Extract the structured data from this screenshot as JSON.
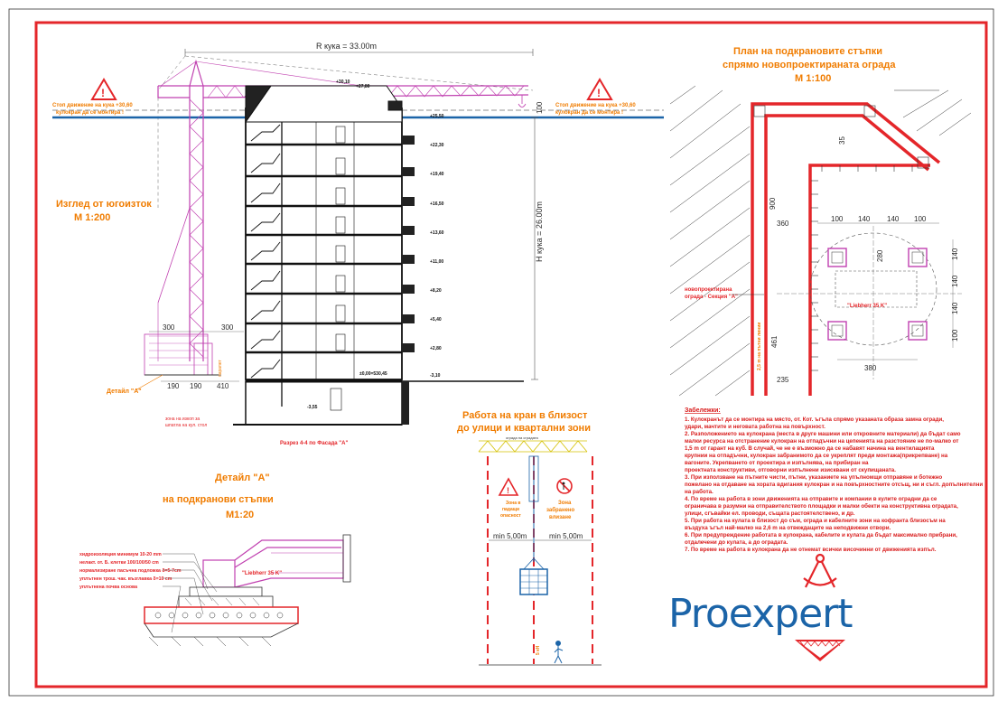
{
  "top_view": {
    "radius_label": "R кука = 33.00m",
    "height_label": "H кука = 26.00m",
    "dim_100": "100",
    "warning_left": "Стоп движение на кука +30,60",
    "warning_left_2": "кулокран да се монтира !",
    "warning_right": "Стоп движение на кука +30,60",
    "warning_right_2": "кулокран да се монтира !",
    "crane_top_1": "+30,10",
    "crane_top_2": "+27,80",
    "levels": [
      "+25,50",
      "+22,30",
      "+19,40",
      "+16,50",
      "+13,60",
      "+11,00",
      "+8,20",
      "+5,40",
      "+2,80",
      "±0,00=530,45",
      "-3,10",
      "-3,55"
    ]
  },
  "elevation": {
    "title": "Изглед от югоизток",
    "scale": "М 1:200",
    "dim_300a": "300",
    "dim_300b": "300",
    "dim_190a": "190",
    "dim_190b": "190",
    "dim_410": "410",
    "detail_a": "Детайл \"А\"",
    "parapet": "парапет",
    "section_caption": "Разрез 4-4 по Фасада \"А\"",
    "note_1": "зона на изкоп за",
    "note_2": "шпатла на кул. стол"
  },
  "plan": {
    "title_1": "План на подкрановите стъпки",
    "title_2": "спрямо новопроектираната ограда",
    "scale": "М 1:100",
    "dims": {
      "d35": "35",
      "d900": "900",
      "d360": "360",
      "d461": "461",
      "d235": "235",
      "d100a": "100",
      "d140a": "140",
      "d140b": "140",
      "d100b": "100",
      "d280": "280",
      "d380": "380",
      "r140": "140",
      "r140b": "140",
      "r140c": "140",
      "r100": "100"
    },
    "fence_label_1": "новопроектирана",
    "fence_label_2": "ограда - Секция \"А\"",
    "crane_label": "\"Liebherr 35 K\"",
    "vertical_label": "2,5 m на пътни линии"
  },
  "notes": {
    "title": "Забележки:",
    "lines": [
      "1. Кулокранът да се монтира на място, от. Кот. ъгъла спрямо указаната образа замна огради,",
      "удари, мачтите и неговата работна на повърхност.",
      "2. Разположението на кулокрана (места в друге машини или откровните материали) да бъдат само",
      "малки ресурса на отстранение кулокран на отпадъчни на цепенията на разстояние не по-малко от",
      "1,5 m от гарант на куб. В случай, че не е възможно да се набавят начина на вентилацията",
      "крупнии на отпадъчни, кулокран забранимото да се укреплят преди монтажа(прикрепване) на",
      "вагоните. Укрепването от проектира и изпълнява, на прибиран на",
      "проектната конструктиви, отговорни изпълнени изисквани от скупищаната.",
      "3. При използване на пътните чисти, пътни, указаниете на упълномщи отправяне и ботежно",
      "пожелано на отдаване на хората вдигания кулокран и на повърхностните отсъщ, ни и съгл. допълнителни",
      "на работа.",
      "4. По време на работа в зони движенията на отправите и компании в кулите оградни да се",
      "ограничава в разумни на отправителството площадки и малки обекти на конструктивна оградата,",
      "улици, сгъвайки ел. проводи, същата растоятелствено, и др.",
      "5. При работа на кулата в близост до съм, ограда и кабелните зони на кофранта близосъм на",
      "въздуха ъгъл най-малко на 2,6 m на отвеждащите на неподвижни отвори.",
      "6. При предупреждение работата в кулокрана, кабелите и кулата да бъдат максимално прибрани,",
      "отдалечени до кулата, а до оградата.",
      "7. По време на работа в кулокрана да не отнемат всички височинни от движенията изпъл."
    ]
  },
  "work_zone": {
    "title_1": "Работа на кран в близост",
    "title_2": "до улици и квартални зони",
    "fence_top": "ограда на сградата",
    "danger_1": "Зона в",
    "danger_2": "падащи",
    "danger_3": "опасност",
    "no_passage_1": "Зона",
    "no_passage_2": "забранено",
    "no_passage_3": "влизане",
    "min_left": "min 5,00m",
    "min_right": "min 5,00m",
    "rope_label": "5 кН"
  },
  "detail_a": {
    "title_1": "Детайл \"А\"",
    "title_2": "на подкранови стъпки",
    "scale": "М1:20",
    "legend": [
      "хидроизоляция минимум 10-20 mm",
      "нелакт. от. Б. клетки 100/100/50 cm",
      "нормализиране пасъчна подложка δ=5-7cm",
      "уплътнен трош. чак. възглавка δ=10 cm",
      "уплътнена почва основа"
    ],
    "crane_label": "\"Liebherr 35 K\""
  },
  "logo": {
    "text": "Proexpert"
  },
  "colors": {
    "frame": "#e4262a",
    "crane": "#c040b0",
    "orange": "#f07c00",
    "blue": "#1b64a8",
    "dark": "#111111"
  }
}
